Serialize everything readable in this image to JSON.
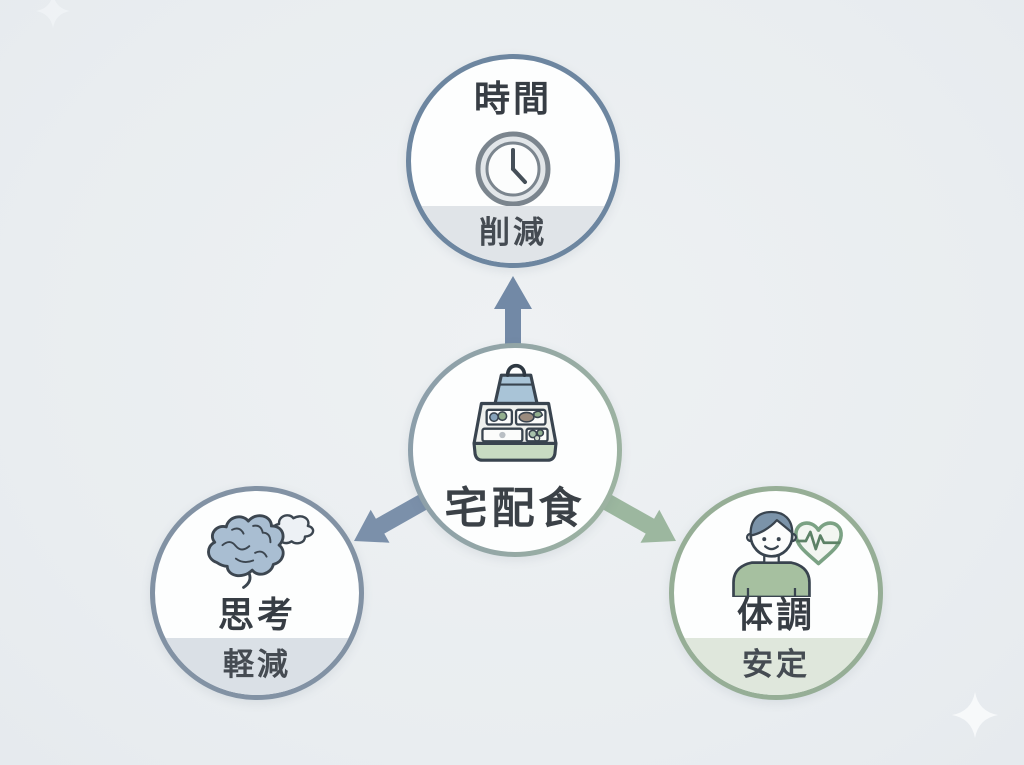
{
  "canvas": {
    "bg_color": "#ebeef1"
  },
  "hub": {
    "label": "宅配食",
    "icon": "bento-delivery-bag-icon",
    "border_gradient_left": "#8b9dab",
    "border_gradient_right": "#9eb5a0"
  },
  "nodes": [
    {
      "id": "time",
      "title": "時間",
      "result": "削減",
      "icon": "clock-icon",
      "border_color": "#6d86a0",
      "band_color": "#e0e4e8"
    },
    {
      "id": "thought",
      "title": "思考",
      "result": "軽減",
      "icon": "brain-thought-icon",
      "border_color": "#8292a4",
      "band_color": "#dae0e6"
    },
    {
      "id": "condition",
      "title": "体調",
      "result": "安定",
      "icon": "person-health-icon",
      "border_color": "#96ae96",
      "band_color": "#dfe7dc"
    }
  ],
  "arrows": {
    "to_time_color": "#7289a6",
    "to_thought_color": "#7b90aa",
    "to_condition_color": "#9cb79f"
  }
}
